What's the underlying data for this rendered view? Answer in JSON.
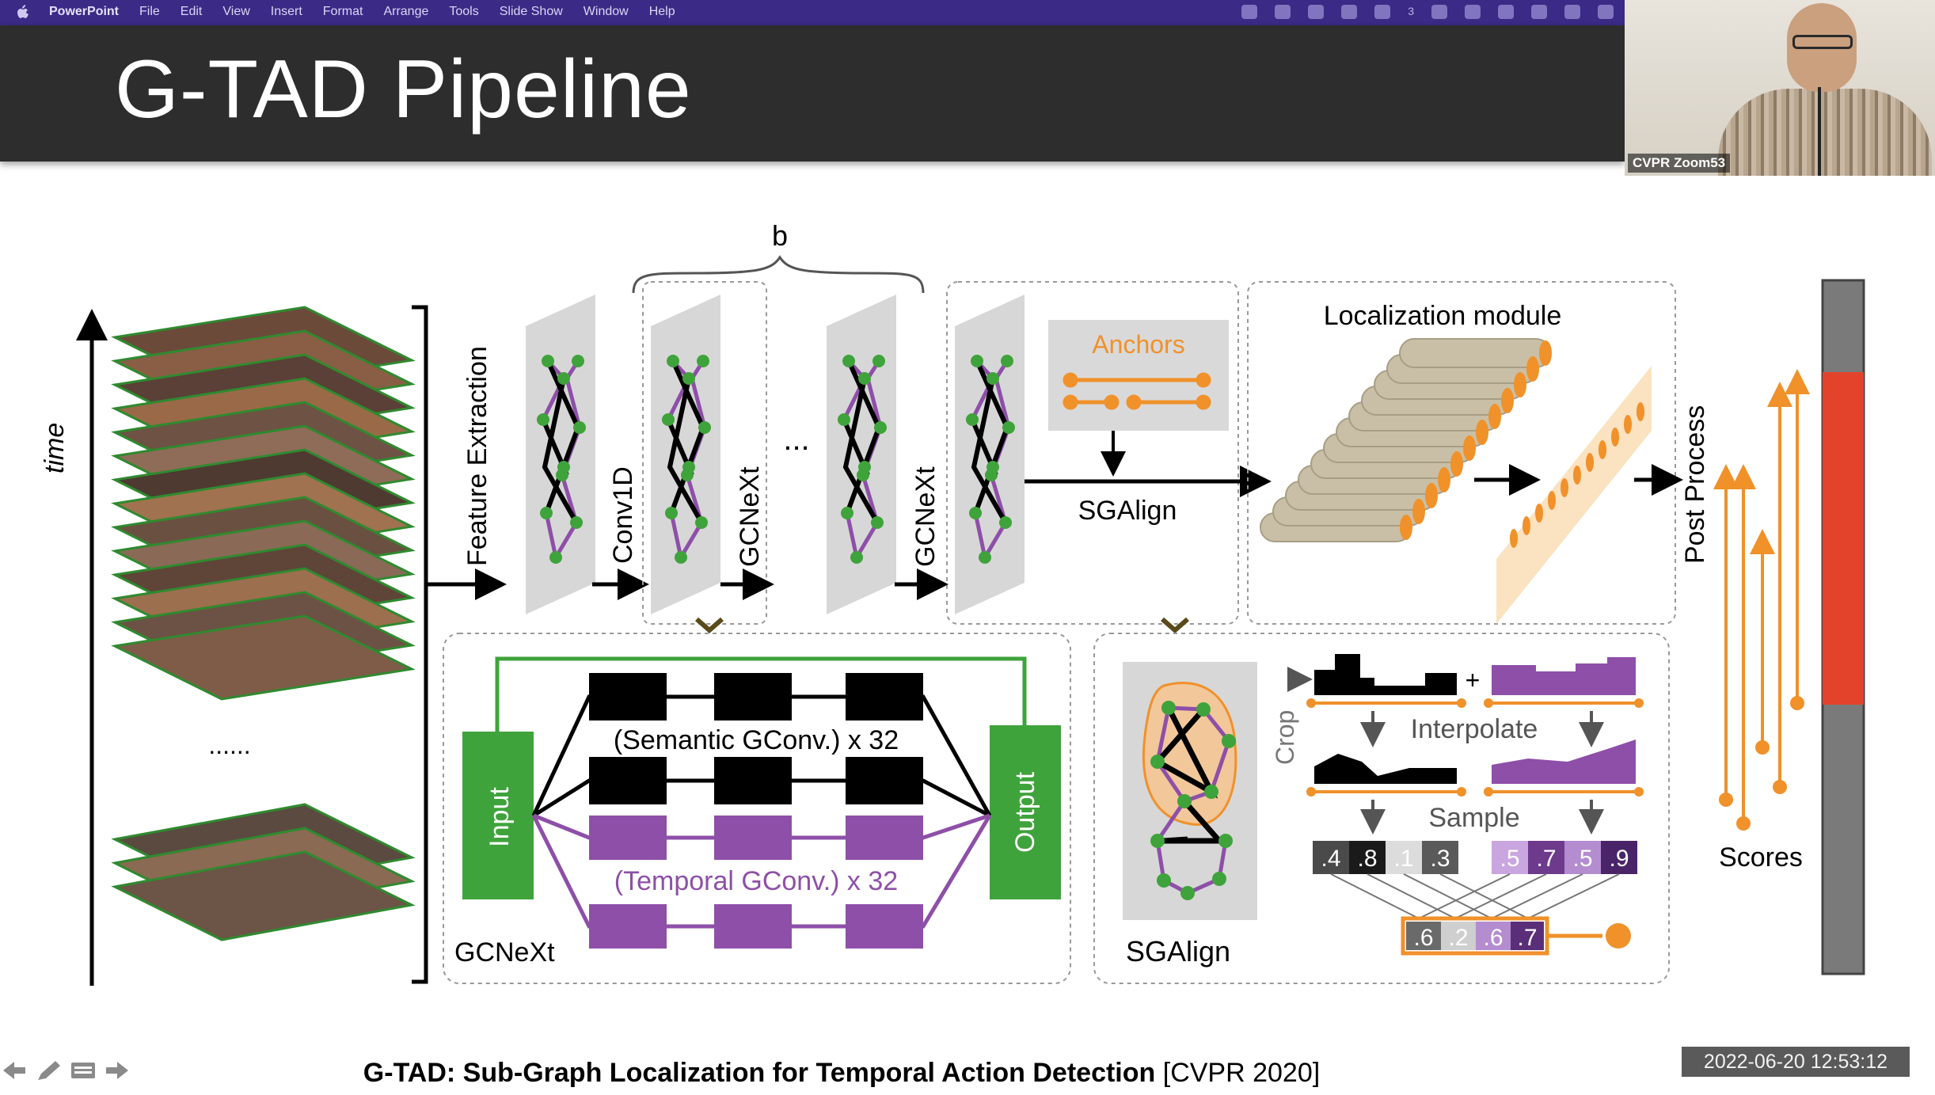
{
  "menubar": {
    "app_name": "PowerPoint",
    "menus": [
      "File",
      "Edit",
      "View",
      "Insert",
      "Format",
      "Arrange",
      "Tools",
      "Slide Show",
      "Window",
      "Help"
    ],
    "badge_count": "3"
  },
  "slide": {
    "title": "G-TAD Pipeline",
    "labels": {
      "time": "time",
      "ellipsis_frames": "......",
      "feature_extraction": "Feature Extraction",
      "conv1d": "Conv1D",
      "gcnext_1": "GCNeXt",
      "gcnext_2": "GCNeXt",
      "dots": "...",
      "brace_b": "b",
      "anchors": "Anchors",
      "sgalign": "SGAlign",
      "localization_module": "Localization module",
      "post_process": "Post Process",
      "scores": "Scores",
      "input": "Input",
      "output": "Output",
      "semantic_gconv": "(Semantic  GConv.) x 32",
      "temporal_gconv": "(Temporal GConv.) x 32",
      "gcnext_box": "GCNeXt",
      "sgalign_box": "SGAlign",
      "crop": "Crop",
      "interpolate": "Interpolate",
      "sample": "Sample",
      "plus": "+"
    },
    "sample_left": [
      ".4",
      ".8",
      ".1",
      ".3"
    ],
    "sample_right": [
      ".5",
      ".7",
      ".5",
      ".9"
    ],
    "output_values": [
      ".6",
      ".2",
      ".6",
      ".7"
    ],
    "colors": {
      "orange": "#f0912a",
      "purple": "#8e4fa8",
      "green": "#3fa33b",
      "red": "#e3432a",
      "gray": "#7a7a7a"
    }
  },
  "caption": {
    "title": "G-TAD: Sub-Graph Localization for Temporal Action Detection",
    "venue": "[CVPR 2020]"
  },
  "video": {
    "participant_name": "CVPR Zoom53"
  },
  "timestamp": "2022-06-20 12:53:12"
}
